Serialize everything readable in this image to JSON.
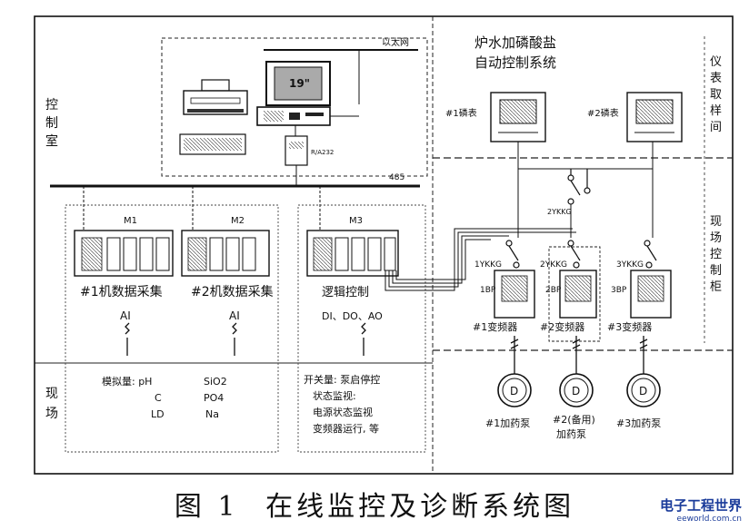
{
  "labels": {
    "ethernet": "以太网",
    "system_title_1": "炉水加磷酸盐",
    "system_title_2": "自动控制系统",
    "monitor": "19\"",
    "bus": "485",
    "module1": "M1",
    "module2": "M2",
    "module3": "M3",
    "acq1": "#1机数据采集",
    "acq2": "#2机数据采集",
    "ctrl": "逻辑控制",
    "ai1": "AI",
    "ai2": "AI",
    "dido": "DI、DO、AO",
    "analog_label": "模拟量: pH",
    "analog_c": "C",
    "analog_ld": "LD",
    "sio2": "SiO2",
    "po4": "PO4",
    "na": "Na",
    "switch_label": "开关量: 泵启停控",
    "status_label": "状态监视:",
    "elec_label": "电源状态监视",
    "inv_label": "变频器运行, 等",
    "meter1": "#1磷表",
    "meter2": "#2磷表",
    "sw_1ykkg": "1YKKG",
    "sw_2ykkg": "2YKKG",
    "sw_3ykkg": "3YKKG",
    "sw_top": "2YKKG",
    "vfd1": "#1变频器",
    "vfd2": "#2变频器",
    "vfd3": "#3变频器",
    "pump_letter": "D",
    "pump1": "#1加药泵",
    "pump2a": "#2(备用)",
    "pump2b": "加药泵",
    "pump3": "#3加药泵"
  },
  "side_labels": {
    "control_room": [
      "控",
      "制",
      "室"
    ],
    "field": [
      "现",
      "场"
    ],
    "sampling": [
      "仪",
      "表",
      "取",
      "样",
      "间"
    ],
    "field_cabinet": [
      "现",
      "场",
      "控",
      "制",
      "柜"
    ]
  },
  "caption": {
    "figure": "图 1",
    "title": "在线监控及诊断系统图"
  },
  "watermark": {
    "logo": "电子工程世界",
    "url": "eeworld.com.cn"
  }
}
